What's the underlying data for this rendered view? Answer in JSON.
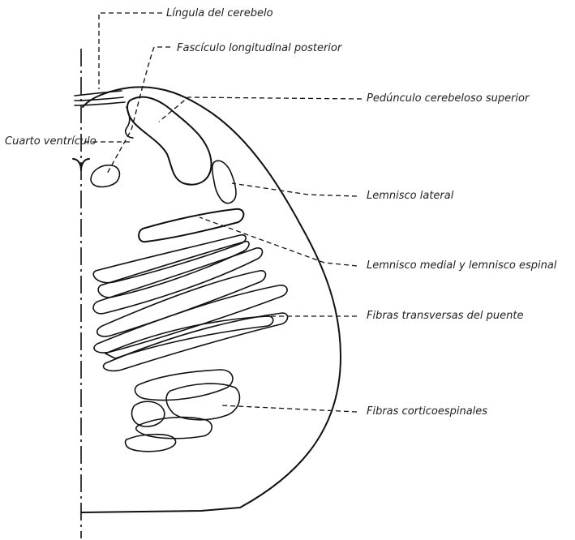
{
  "labels": {
    "lingula": "Língula del cerebelo",
    "fasciculo": "Fascículo longitudinal posterior",
    "pedunculo": "Pedúnculo cerebeloso superior",
    "cuarto": "Cuarto ventrículo",
    "lemnisco_lateral": "Lemnisco lateral",
    "lemnisco_medial": "Lemnisco medial y lemnisco espinal",
    "fibras_transversas": "Fibras transversas del puente",
    "fibras_corticoespinales": "Fibras corticoespinales"
  }
}
